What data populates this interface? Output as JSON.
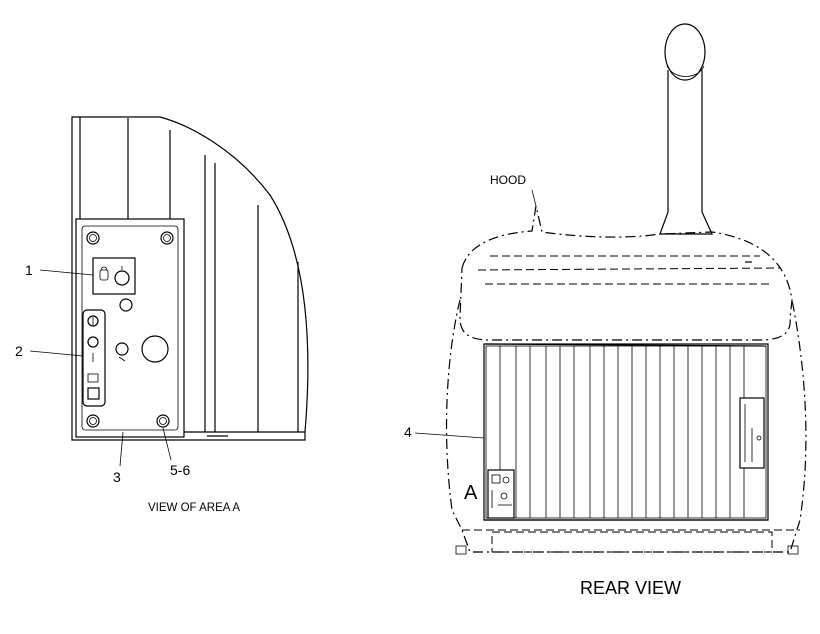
{
  "labels": {
    "item1": "1",
    "item2": "2",
    "item3": "3",
    "item4": "4",
    "item56": "5-6",
    "hood": "HOOD",
    "area_a_marker": "A",
    "view_area_a": "VIEW OF AREA A",
    "rear_view": "REAR VIEW"
  },
  "colors": {
    "line": "#000000",
    "background": "#ffffff"
  }
}
